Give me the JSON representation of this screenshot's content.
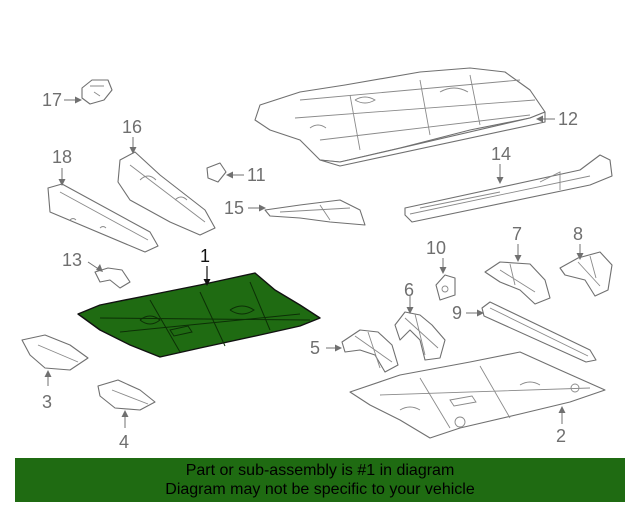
{
  "callouts": {
    "c1": "1",
    "c2": "2",
    "c3": "3",
    "c4": "4",
    "c5": "5",
    "c6": "6",
    "c7": "7",
    "c8": "8",
    "c9": "9",
    "c10": "10",
    "c11": "11",
    "c12": "12",
    "c13": "13",
    "c14": "14",
    "c15": "15",
    "c16": "16",
    "c17": "17",
    "c18": "18"
  },
  "colors": {
    "banner_bg": "#1f6b12",
    "highlight_fill": "#1f6b12",
    "line_gray": "#707070"
  },
  "banner": {
    "line1": "Part or sub-assembly is #1 in diagram",
    "line2": "Diagram may not be specific to your vehicle"
  }
}
